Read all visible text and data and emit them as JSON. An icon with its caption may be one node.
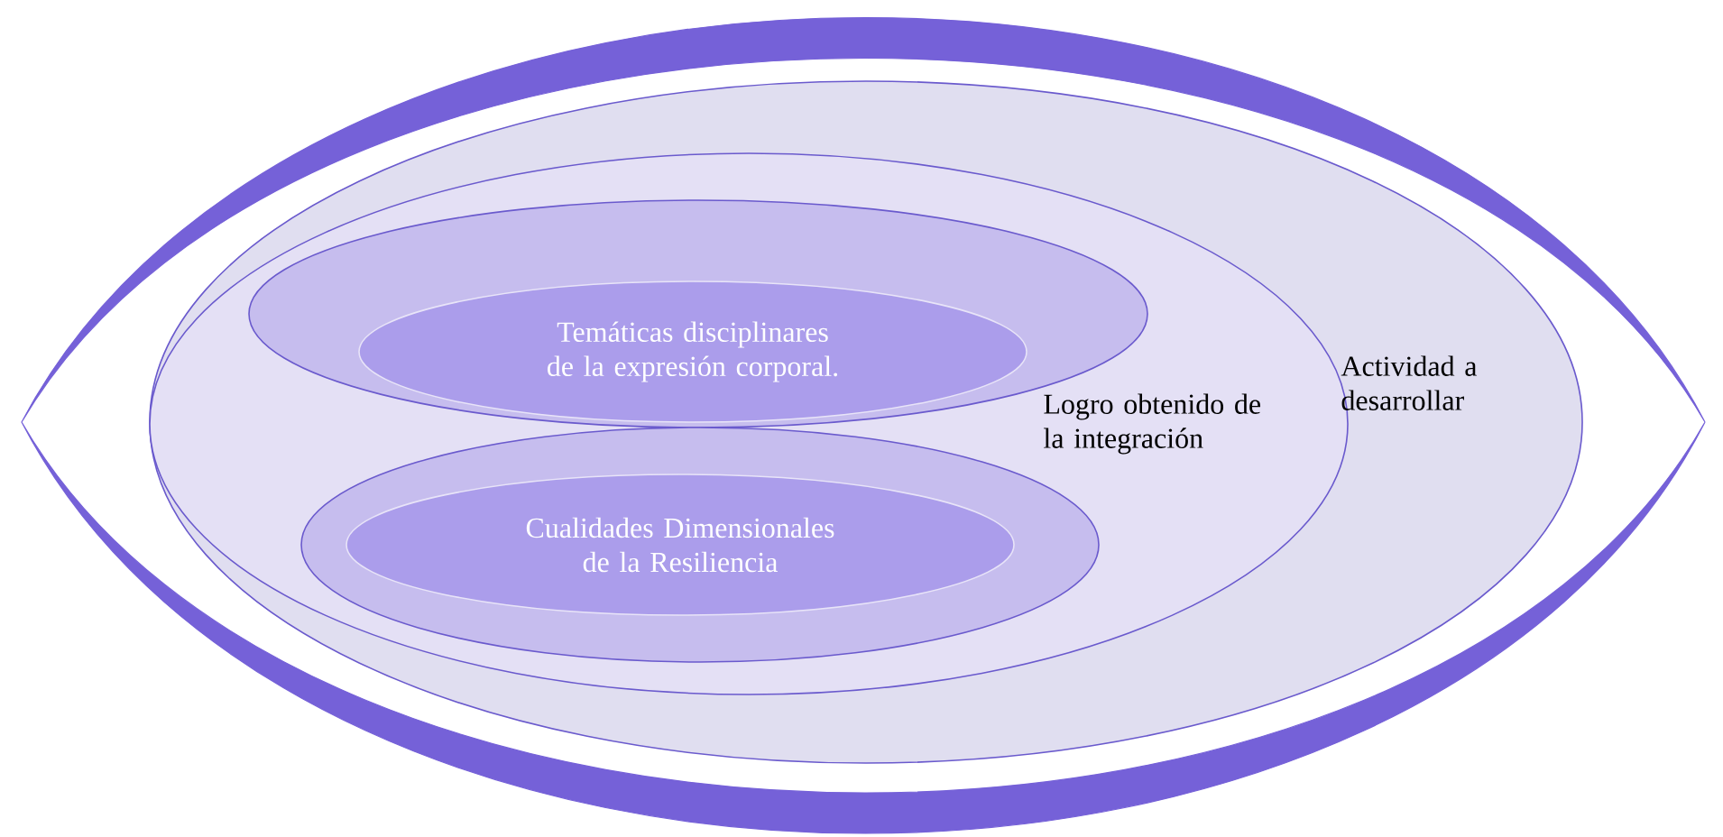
{
  "diagram": {
    "nodes": [
      {
        "text": [
          "Actividad a desarrollar"
        ]
      },
      {
        "text": [
          "Logro obtenido de la integración"
        ],
        "in": 0
      },
      {
        "text": [],
        "shape": "ellipse",
        "in": 1
      },
      {
        "text": [
          "Temáticas disciplinares de la expresión corporal."
        ],
        "in": 2
      },
      {
        "text": [],
        "shape": "ellipse",
        "in": 1
      },
      {
        "text": [
          "Cualidades Dimensionales de la Resiliencia"
        ],
        "in": 4
      }
    ]
  }
}
